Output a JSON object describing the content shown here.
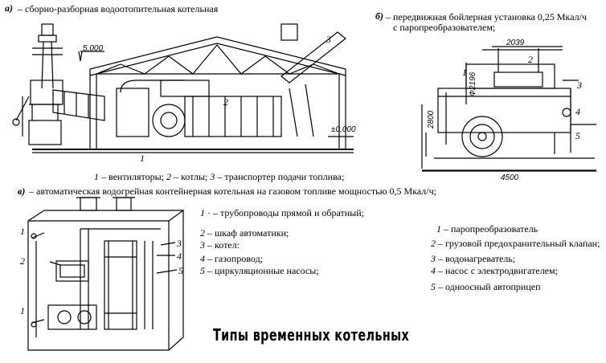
{
  "colors": {
    "ink": "#000000",
    "background": "#ffffff"
  },
  "captions": {
    "a_letter": "а)",
    "a_text": "– сборно-разборная водоотопительная котельная",
    "b_letter": "б)",
    "b_text_line1": "– передвижная бойлерная  установка 0,25  Мкал/ч",
    "b_text_line2": "с  паропреобразователем;",
    "v_letter": "в)",
    "v_text": "– автоматическая водогрейная контейнерная котельная на  газовом  топливе  мощностью 0,5  Мкал/ч;"
  },
  "diagram_a": {
    "dim_top": "5,000",
    "dim_zero": "±0,000",
    "callouts": [
      "1",
      "2",
      "3"
    ],
    "legend": [
      {
        "num": "1",
        "text": " – вентиляторы;"
      },
      {
        "num": "2",
        "text": " – котлы;"
      },
      {
        "num": "3",
        "text": " – транспортер подачи топлива;"
      }
    ]
  },
  "diagram_b": {
    "dim_width_top": "2039",
    "dim_height_a": "2800",
    "dim_height_b": "Ф2196",
    "dim_length": "4500",
    "callouts": [
      "1",
      "2",
      "3",
      "4",
      "5"
    ],
    "legend": [
      {
        "num": "1",
        "text": " – паропреобразователь"
      },
      {
        "num": "2",
        "text": " – грузовой  предохранительный клапан;"
      },
      {
        "num": "3",
        "text": " – водонагреватель;"
      },
      {
        "num": "4",
        "text": " – насос с электродвигателем;"
      },
      {
        "num": "5",
        "text": " – одноосный автоприцеп"
      }
    ]
  },
  "diagram_v": {
    "callouts": [
      "1",
      "2",
      "3",
      "4",
      "5",
      "1"
    ],
    "legend": [
      {
        "num": "1",
        "text": " · – трубопроводы прямой и обратный;"
      },
      {
        "num": "2",
        "text": " – шкаф автоматики;"
      },
      {
        "num": "3",
        "text": " – котел:"
      },
      {
        "num": "4",
        "text": " – газопровод;"
      },
      {
        "num": "5",
        "text": " – циркуляционные  насосы;"
      }
    ]
  },
  "footer_title": "Типы временных котельных"
}
